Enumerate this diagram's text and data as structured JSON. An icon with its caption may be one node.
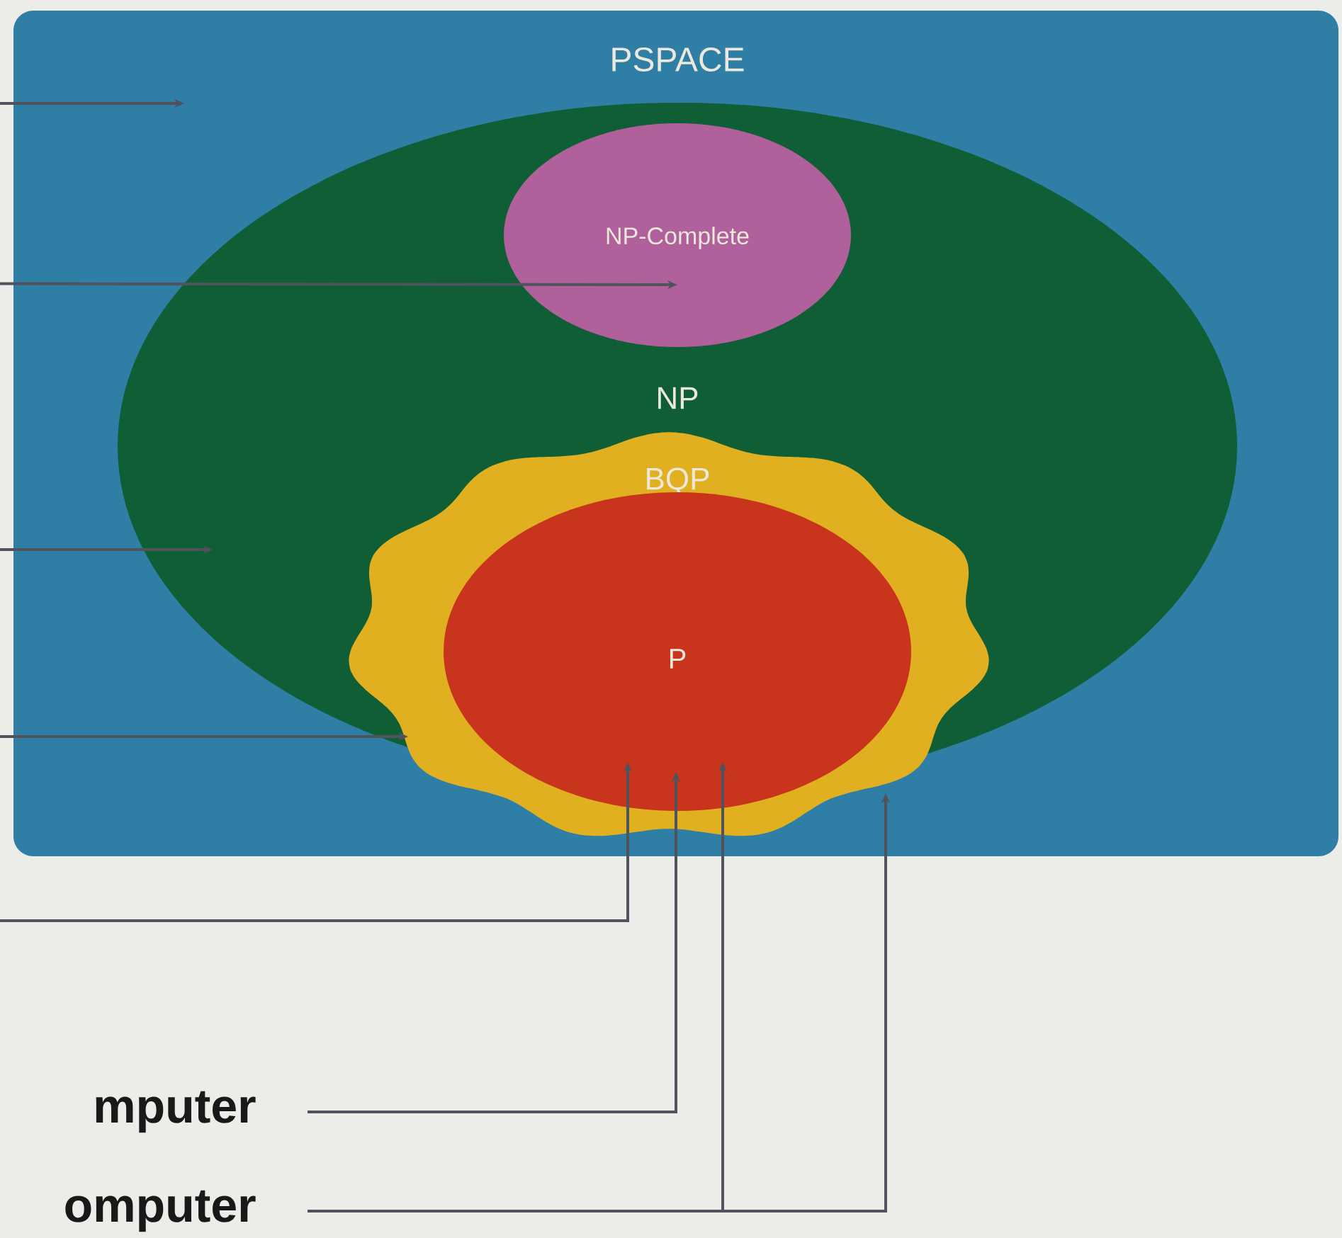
{
  "diagram": {
    "nodes": [
      {
        "text": [
          "PSPACE"
        ]
      },
      {
        "text": [
          "NP"
        ],
        "in": 0
      },
      {
        "text": [
          "NP-Complete"
        ],
        "in": 1
      },
      {
        "text": [
          "BQP"
        ],
        "in": 0
      },
      {
        "text": [
          "P"
        ],
        "in": 3
      },
      {
        "text": [
          "mputer"
        ]
      },
      {
        "text": [
          "omputer"
        ]
      }
    ],
    "edges": [
      {
        "from": null,
        "to": 0,
        "arrow": "to"
      },
      {
        "from": null,
        "to": 2,
        "arrow": "to"
      },
      {
        "from": null,
        "to": 1,
        "arrow": "to"
      },
      {
        "from": null,
        "to": 3,
        "arrow": "to"
      },
      {
        "from": null,
        "to": 4,
        "arrow": "to"
      },
      {
        "from": 5,
        "to": 4,
        "arrow": "to"
      },
      {
        "from": 6,
        "to": 4,
        "arrow": "to"
      },
      {
        "from": 6,
        "to": 3,
        "arrow": "to"
      }
    ]
  }
}
